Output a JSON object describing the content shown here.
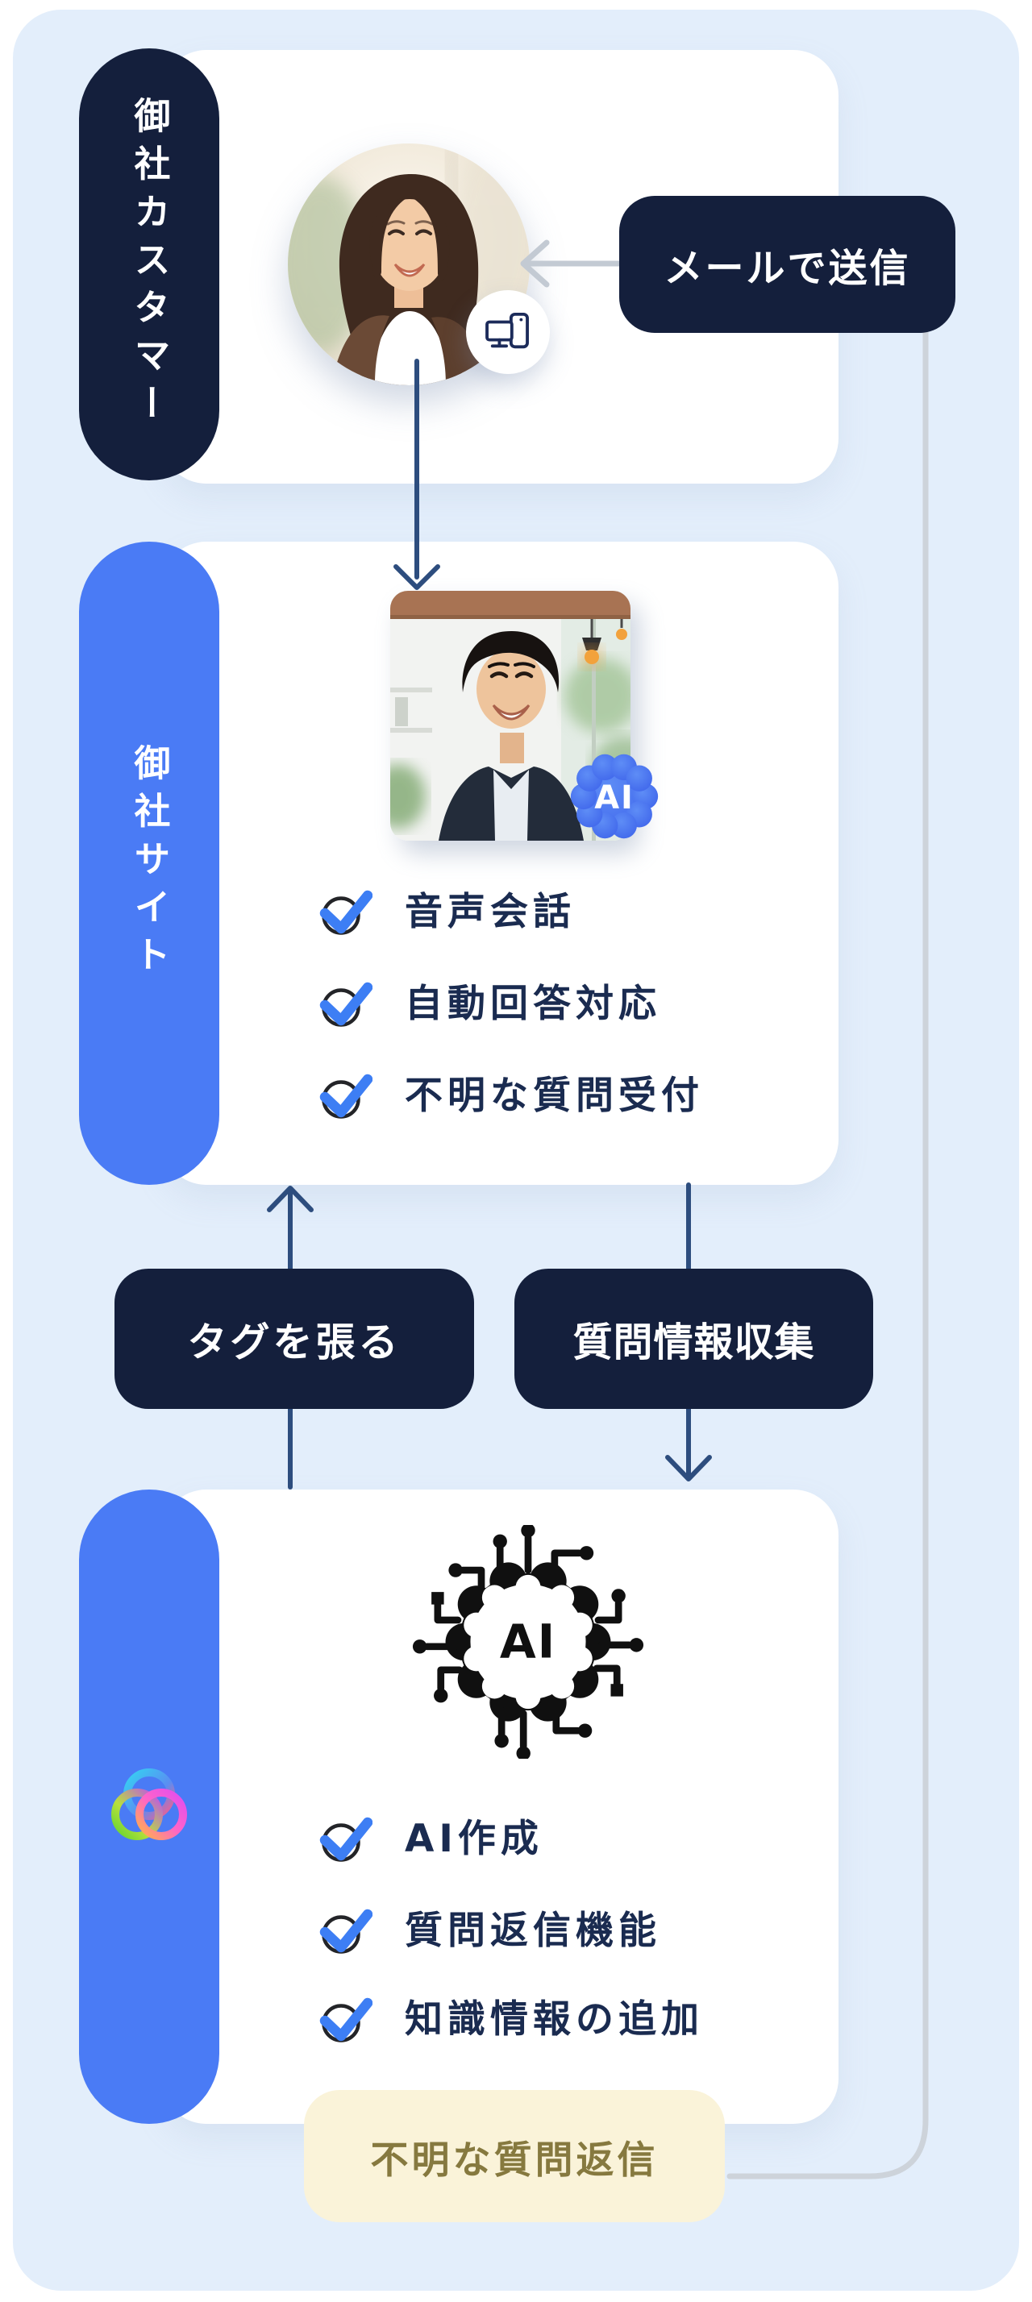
{
  "colors": {
    "page_bg": "#ffffff",
    "canvas_bg": "#e3eefb",
    "card_bg": "#ffffff",
    "navy": "#141f3c",
    "arrow_navy": "#2d4d7e",
    "blue": "#4a7bf5",
    "check_blue": "#3d7ef4",
    "text_navy": "#1a2b50",
    "connector_gray": "#cdd3da",
    "badge_yellow_bg": "#faf3d9",
    "badge_yellow_text": "#86793f"
  },
  "lanes": {
    "customer": {
      "label": "御社カスタマー"
    },
    "site": {
      "label": "御社サイト"
    }
  },
  "customer_section": {
    "mail_badge": "メールで送信"
  },
  "site_section": {
    "ai_badge_label": "AI",
    "checklist": [
      "音声会話",
      "自動回答対応",
      "不明な質問受付"
    ]
  },
  "flow_badges": {
    "tag": "タグを張る",
    "collect": "質問情報収集"
  },
  "ai_section": {
    "brain_icon_label": "AI",
    "checklist": [
      "AI作成",
      "質問返信機能",
      "知識情報の追加"
    ],
    "unknown_reply_badge": "不明な質問返信"
  },
  "icons": {
    "devices": "monitor-and-phone-icon",
    "check": "check-circle-icon",
    "ai_flower": "ai-flower-badge",
    "brain": "ai-brain-chip-icon",
    "rings": "rainbow-rings-logo"
  }
}
